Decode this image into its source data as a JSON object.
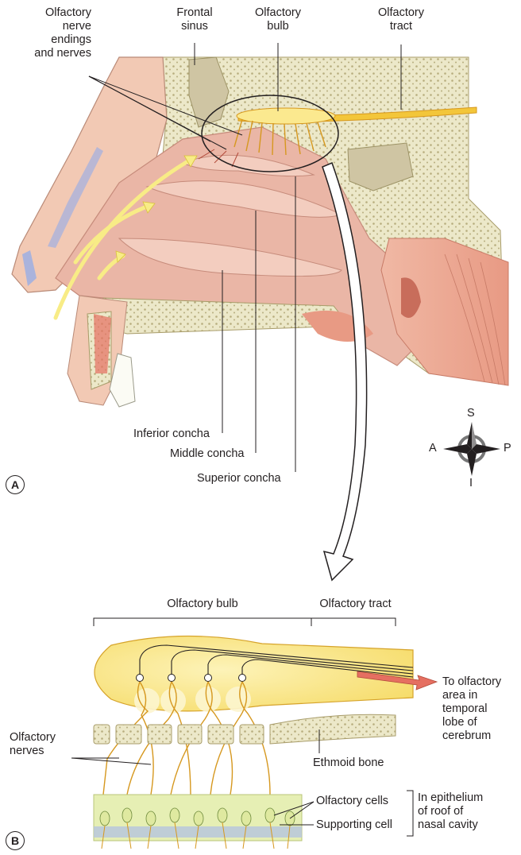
{
  "panel_a": {
    "badge": "A",
    "labels": {
      "olfactory_nerve_endings": "Olfactory\nnerve\nendings\nand nerves",
      "frontal_sinus": "Frontal\nsinus",
      "olfactory_bulb": "Olfactory\nbulb",
      "olfactory_tract": "Olfactory\ntract",
      "inferior_concha": "Inferior concha",
      "middle_concha": "Middle concha",
      "superior_concha": "Superior concha"
    },
    "compass": {
      "s": "S",
      "a": "A",
      "p": "P",
      "i": "I"
    }
  },
  "panel_b": {
    "badge": "B",
    "labels": {
      "olfactory_bulb": "Olfactory bulb",
      "olfactory_tract": "Olfactory tract",
      "destination": "To olfactory\narea in\ntemporal\nlobe of\ncerebrum",
      "olfactory_nerves": "Olfactory\nnerves",
      "ethmoid_bone": "Ethmoid bone",
      "olfactory_cells": "Olfactory cells",
      "supporting_cell": "Supporting cell",
      "epithelium": "In epithelium\nof roof of\nnasal cavity"
    }
  },
  "colors": {
    "skin": "#f2c9b4",
    "mucosa": "#eab6a6",
    "bone": "#ece8c9",
    "bone_dots": "#b7ad7e",
    "sinus": "#cfc5a3",
    "nerve": "#f3c63a",
    "nerve_dark": "#d6981f",
    "bulb": "#fbe98f",
    "airflow": "#f8ec86",
    "arrow_red": "#e56f61",
    "epithelium": "#e6efb4",
    "cartilage": "#aab3dc"
  }
}
